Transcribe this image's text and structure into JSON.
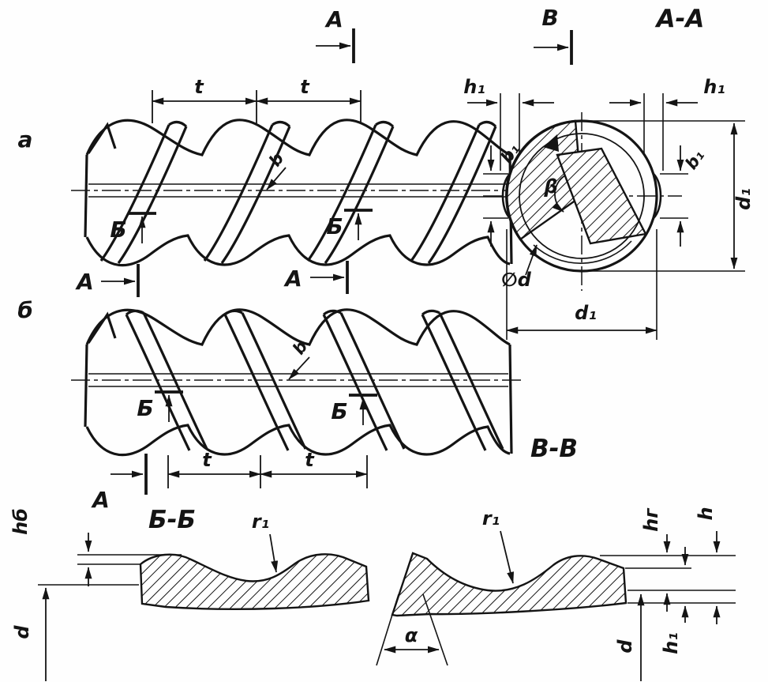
{
  "figure": {
    "views": {
      "a": "а",
      "b": "б"
    },
    "sections": {
      "aa": "A-A",
      "bb": "Б-Б",
      "vv": "В-В"
    },
    "cuts": {
      "a": "A",
      "b": "Б",
      "v": "В"
    },
    "dims": {
      "t": "t",
      "h1": "h₁",
      "b1": "b₁",
      "d1": "d₁",
      "phi_d": "∅d",
      "beta": "β",
      "alpha": "α",
      "r1": "r₁",
      "b": "b",
      "d": "d",
      "h": "h",
      "hb": "hб",
      "hg": "hг"
    },
    "colors": {
      "ink": "#141414",
      "paper": "#fefefe"
    }
  }
}
